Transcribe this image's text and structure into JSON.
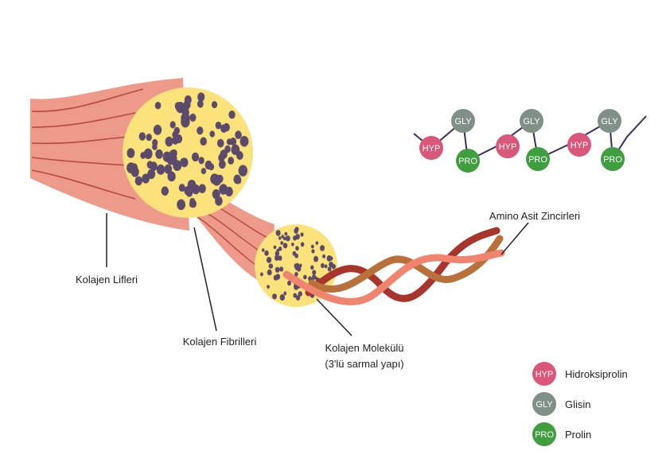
{
  "labels": {
    "fibers": "Kolajen Lifleri",
    "fibrils": "Kolajen Fibrilleri",
    "molecule_line1": "Kolajen Molekülü",
    "molecule_line2": "(3'lü sarmal yapı)",
    "amino_chains": "Amino Asit Zincirleri"
  },
  "chain": {
    "hyp": "HYP",
    "gly": "GLY",
    "pro": "PRO"
  },
  "legend": [
    {
      "abbr": "HYP",
      "name": "Hidroksiprolin",
      "color": "#d9577a"
    },
    {
      "abbr": "GLY",
      "name": "Glisin",
      "color": "#7f9186"
    },
    {
      "abbr": "PRO",
      "name": "Prolin",
      "color": "#3f9e3f"
    }
  ],
  "colors": {
    "fiber": "#ee9a8a",
    "fiber_line": "#b24a3e",
    "cross_section": "#fbe27a",
    "dots": "#5b4a6b",
    "helix_dark": "#a8352c",
    "helix_brown": "#b8713a",
    "helix_salmon": "#f0846f",
    "chain_line": "#3b2b5a"
  }
}
